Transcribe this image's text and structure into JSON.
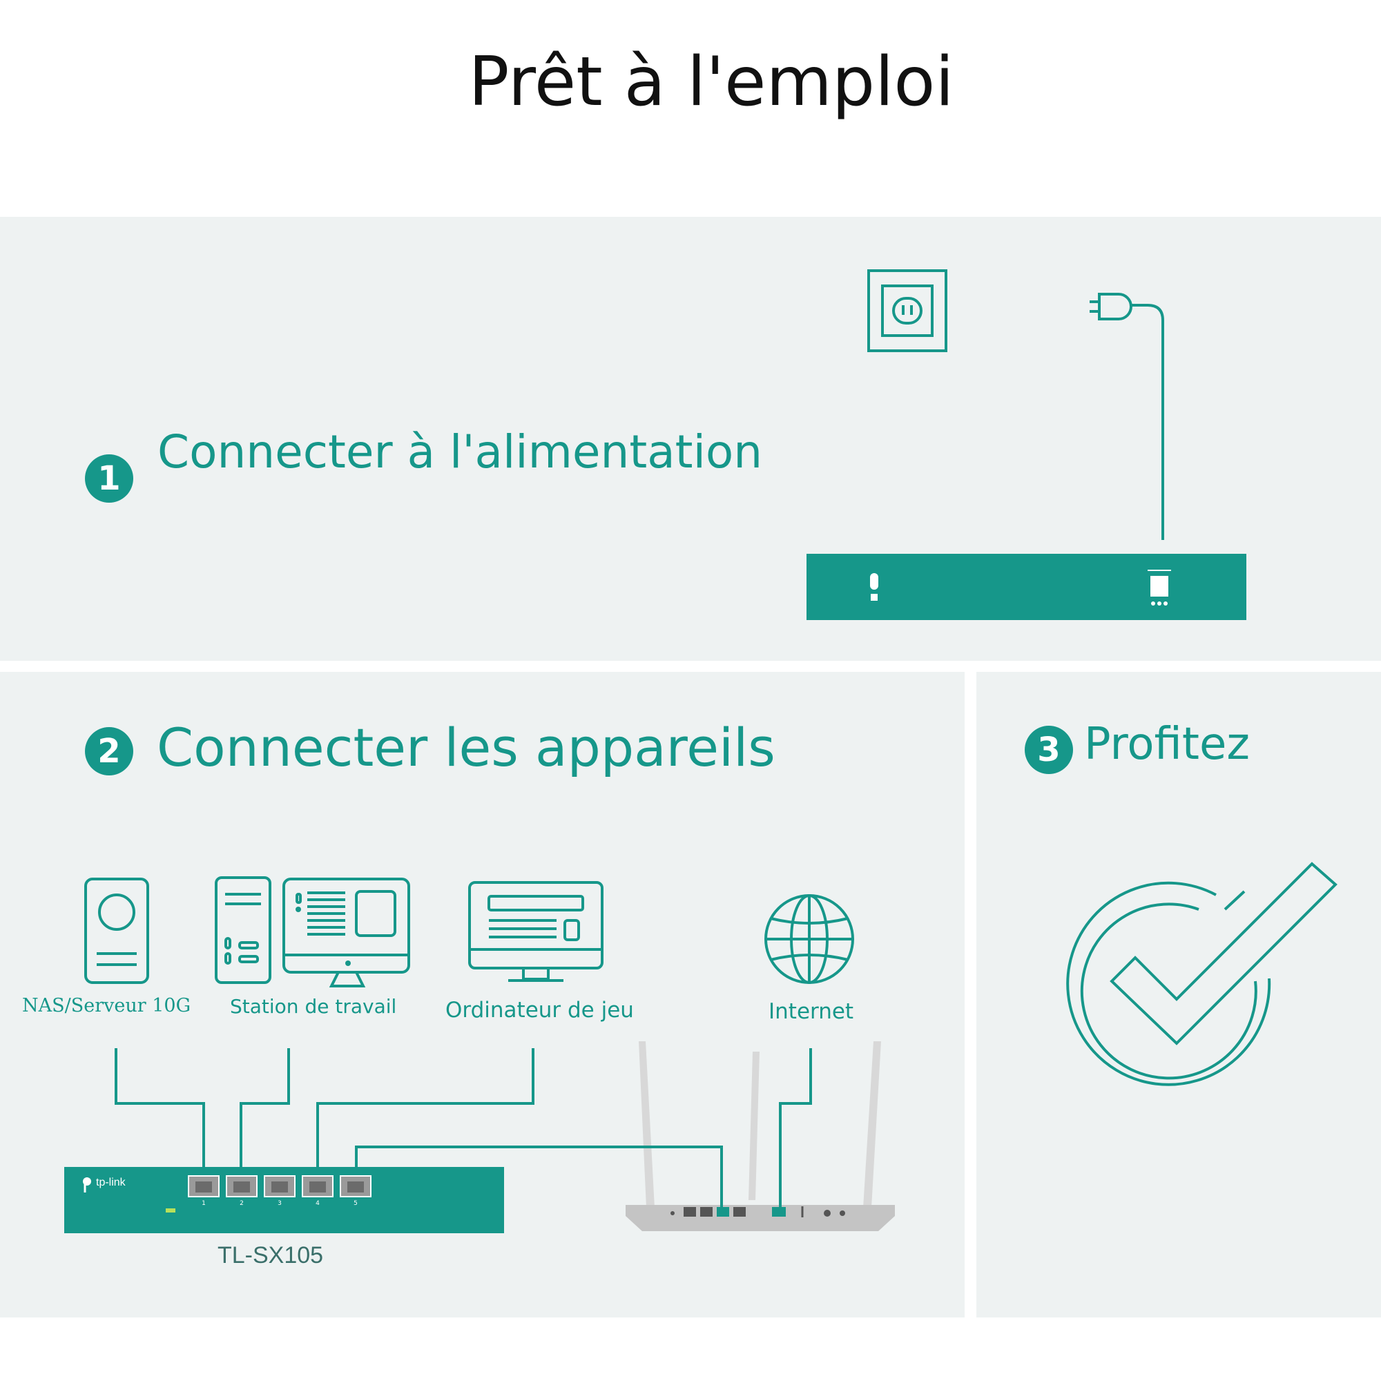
{
  "page_title": "Prêt à l'emploi",
  "colors": {
    "accent": "#16978a",
    "panel_bg": "#eef2f2",
    "title": "#111111",
    "router": "#c9c9c9"
  },
  "step1": {
    "number": "1",
    "title": "Connecter à l'alimentation"
  },
  "step2": {
    "number": "2",
    "title": "Connecter les appareils",
    "devices": [
      {
        "label": "NAS/Serveur 10G",
        "icon": "nas-server-icon"
      },
      {
        "label": "Station de travail",
        "icon": "workstation-icon"
      },
      {
        "label": "Ordinateur de jeu",
        "icon": "gaming-computer-icon"
      },
      {
        "label": "Internet",
        "icon": "globe-icon"
      }
    ],
    "switch_brand": "tp-link",
    "switch_model": "TL-SX105",
    "port_numbers": [
      "1",
      "2",
      "3",
      "4",
      "5"
    ]
  },
  "step3": {
    "number": "3",
    "title": "Profitez",
    "icon": "check-circle-icon"
  }
}
